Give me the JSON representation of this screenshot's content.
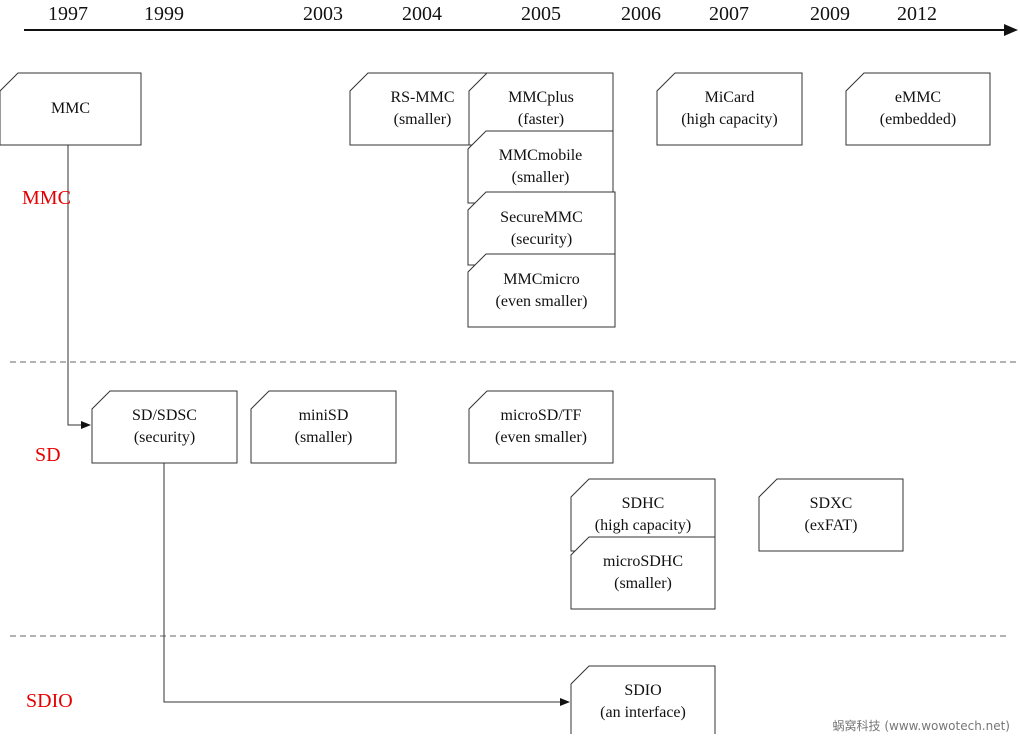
{
  "timeline": {
    "years": [
      "1997",
      "1999",
      "2003",
      "2004",
      "2005",
      "2006",
      "2007",
      "2009",
      "2012"
    ]
  },
  "sections": {
    "mmc": "MMC",
    "sd": "SD",
    "sdio": "SDIO"
  },
  "cards": {
    "mmc": {
      "name": "MMC"
    },
    "rs_mmc": {
      "name": "RS-MMC",
      "note": "(smaller)"
    },
    "mmcplus": {
      "name": "MMCplus",
      "note": "(faster)"
    },
    "mmcmobile": {
      "name": "MMCmobile",
      "note": "(smaller)"
    },
    "securemmc": {
      "name": "SecureMMC",
      "note": "(security)"
    },
    "mmcmicro": {
      "name": "MMCmicro",
      "note": "(even smaller)"
    },
    "micard": {
      "name": "MiCard",
      "note": "(high capacity)"
    },
    "emmc": {
      "name": "eMMC",
      "note": "(embedded)"
    },
    "sd_sdsc": {
      "name": "SD/SDSC",
      "note": "(security)"
    },
    "minisd": {
      "name": "miniSD",
      "note": "(smaller)"
    },
    "microsd": {
      "name": "microSD/TF",
      "note": "(even smaller)"
    },
    "sdhc": {
      "name": "SDHC",
      "note": "(high capacity)"
    },
    "microsdhc": {
      "name": "microSDHC",
      "note": "(smaller)"
    },
    "sdxc": {
      "name": "SDXC",
      "note": "(exFAT)"
    },
    "sdio": {
      "name": "SDIO",
      "note": "(an interface)"
    }
  },
  "watermark": "蜗窝科技 (www.wowotech.net)",
  "colors": {
    "section_label": "#e60000",
    "lines": "#333333"
  }
}
